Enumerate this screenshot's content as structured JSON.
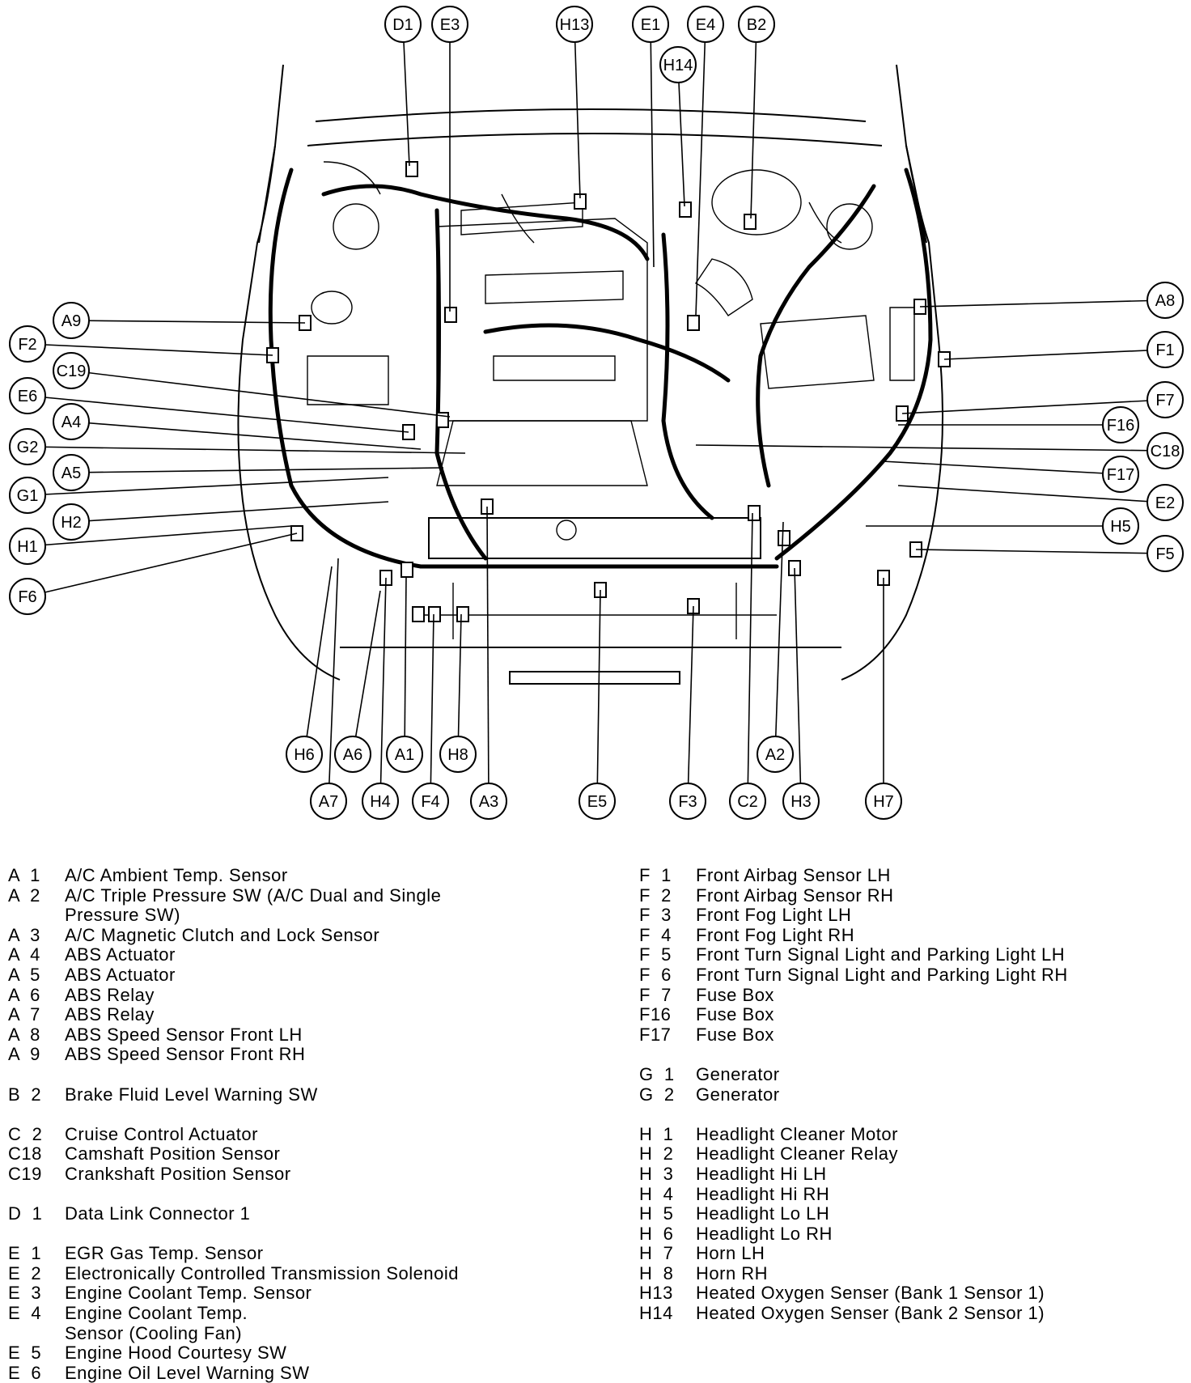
{
  "callouts": [
    "D1",
    "E3",
    "H13",
    "E1",
    "E4",
    "B2",
    "H14",
    "A8",
    "A9",
    "F2",
    "F1",
    "C19",
    "E6",
    "F7",
    "A4",
    "F16",
    "G2",
    "C18",
    "A5",
    "F17",
    "G1",
    "E2",
    "H2",
    "H5",
    "H1",
    "F5",
    "F6",
    "H6",
    "A6",
    "A1",
    "H8",
    "A2",
    "A7",
    "H4",
    "F4",
    "A3",
    "E5",
    "F3",
    "C2",
    "H3",
    "H7"
  ],
  "legend_left": [
    {
      "code": "A  1",
      "desc": "A/C Ambient Temp. Sensor"
    },
    {
      "code": "A  2",
      "desc": "A/C Triple Pressure SW (A/C Dual and Single"
    },
    {
      "code": "",
      "desc": "Pressure SW)"
    },
    {
      "code": "A  3",
      "desc": "A/C Magnetic Clutch and Lock Sensor"
    },
    {
      "code": "A  4",
      "desc": "ABS Actuator"
    },
    {
      "code": "A  5",
      "desc": "ABS Actuator"
    },
    {
      "code": "A  6",
      "desc": "ABS Relay"
    },
    {
      "code": "A  7",
      "desc": "ABS Relay"
    },
    {
      "code": "A  8",
      "desc": "ABS Speed Sensor Front LH"
    },
    {
      "code": "A  9",
      "desc": "ABS Speed Sensor Front RH"
    },
    {
      "code": "",
      "desc": ""
    },
    {
      "code": "B  2",
      "desc": "Brake Fluid Level Warning SW"
    },
    {
      "code": "",
      "desc": ""
    },
    {
      "code": "C  2",
      "desc": "Cruise Control Actuator"
    },
    {
      "code": "C18",
      "desc": "Camshaft Position Sensor"
    },
    {
      "code": "C19",
      "desc": "Crankshaft Position Sensor"
    },
    {
      "code": "",
      "desc": ""
    },
    {
      "code": "D  1",
      "desc": "Data Link Connector 1"
    },
    {
      "code": "",
      "desc": ""
    },
    {
      "code": "E  1",
      "desc": "EGR Gas Temp. Sensor"
    },
    {
      "code": "E  2",
      "desc": "Electronically Controlled Transmission Solenoid"
    },
    {
      "code": "E  3",
      "desc": "Engine Coolant Temp. Sensor"
    },
    {
      "code": "E  4",
      "desc": "Engine Coolant Temp."
    },
    {
      "code": "",
      "desc": "Sensor (Cooling Fan)"
    },
    {
      "code": "E  5",
      "desc": "Engine Hood Courtesy SW"
    },
    {
      "code": "E  6",
      "desc": "Engine Oil Level Warning SW"
    }
  ],
  "legend_right": [
    {
      "code": "F  1",
      "desc": "Front Airbag Sensor LH"
    },
    {
      "code": "F  2",
      "desc": "Front Airbag Sensor RH"
    },
    {
      "code": "F  3",
      "desc": "Front Fog Light LH"
    },
    {
      "code": "F  4",
      "desc": "Front Fog Light RH"
    },
    {
      "code": "F  5",
      "desc": "Front Turn Signal Light and Parking Light LH"
    },
    {
      "code": "F  6",
      "desc": "Front Turn Signal Light and Parking Light RH"
    },
    {
      "code": "F  7",
      "desc": "Fuse Box"
    },
    {
      "code": "F16",
      "desc": "Fuse Box"
    },
    {
      "code": "F17",
      "desc": "Fuse Box"
    },
    {
      "code": "",
      "desc": ""
    },
    {
      "code": "G  1",
      "desc": "Generator"
    },
    {
      "code": "G  2",
      "desc": "Generator"
    },
    {
      "code": "",
      "desc": ""
    },
    {
      "code": "H  1",
      "desc": "Headlight Cleaner Motor"
    },
    {
      "code": "H  2",
      "desc": "Headlight Cleaner Relay"
    },
    {
      "code": "H  3",
      "desc": "Headlight Hi LH"
    },
    {
      "code": "H  4",
      "desc": "Headlight Hi RH"
    },
    {
      "code": "H  5",
      "desc": "Headlight Lo LH"
    },
    {
      "code": "H  6",
      "desc": "Headlight Lo RH"
    },
    {
      "code": "H  7",
      "desc": "Horn LH"
    },
    {
      "code": "H  8",
      "desc": "Horn RH"
    },
    {
      "code": "H13",
      "desc": "Heated Oxygen Senser (Bank 1 Sensor 1)"
    },
    {
      "code": "H14",
      "desc": "Heated Oxygen Senser (Bank 2 Sensor 1)"
    }
  ]
}
